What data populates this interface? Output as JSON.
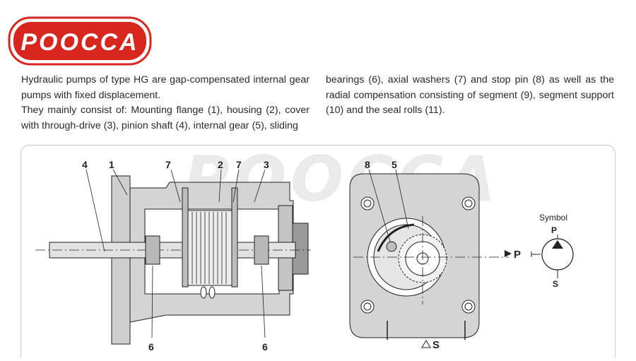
{
  "brand": {
    "logo_text": "POOCCA",
    "color": "#d7261e"
  },
  "description": {
    "left_paragraphs": [
      "Hydraulic pumps of type HG are gap-compensated internal gear pumps with fixed displacement.",
      "They mainly consist of: Mounting flange (1), housing (2), cover with through-drive (3), pinion shaft (4), internal gear (5), sliding"
    ],
    "right_paragraphs": [
      "bearings (6), axial washers (7) and stop pin (8) as well as the radial compensation consisting of segment (9), segment support (10) and the seal rolls (11)."
    ]
  },
  "figure": {
    "watermark": "POOCCA",
    "section_callouts": [
      "4",
      "1",
      "7",
      "2",
      "7",
      "3",
      "6",
      "6"
    ],
    "front_callouts": [
      "8",
      "5"
    ],
    "port_labels": {
      "pressure": "P",
      "suction": "S"
    },
    "symbol": {
      "title": "Symbol",
      "pressure": "P",
      "suction": "S"
    }
  }
}
